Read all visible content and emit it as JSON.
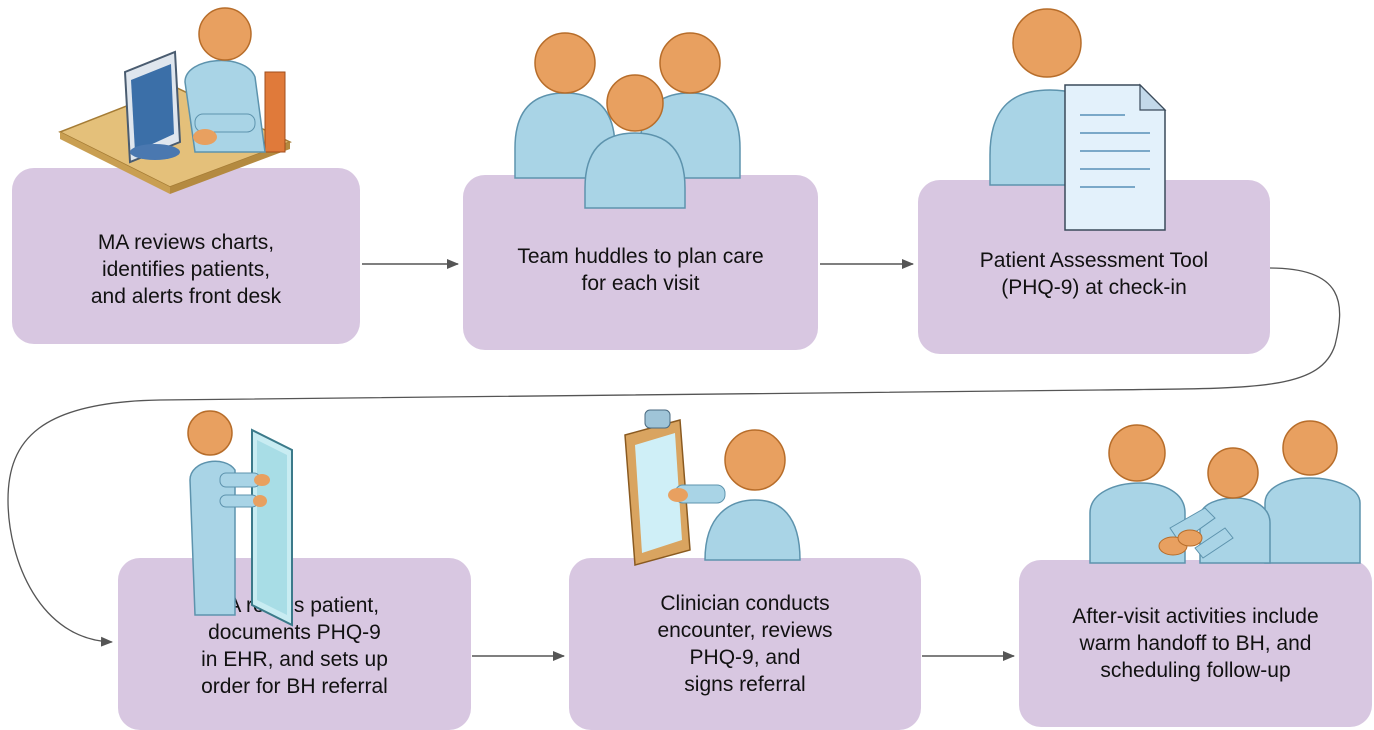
{
  "colors": {
    "box_fill": "#d8c7e1",
    "arrow": "#555555",
    "skin": "#e8a060",
    "body": "#a9d4e6"
  },
  "steps": [
    {
      "text": "MA reviews charts,\nidentifies patients,\nand alerts front desk",
      "icon": "person-at-computer-icon"
    },
    {
      "text": "Team huddles to plan care\nfor each visit",
      "icon": "team-group-icon"
    },
    {
      "text": "Patient Assessment Tool\n(PHQ-9) at check-in",
      "icon": "person-with-document-icon"
    },
    {
      "text": "MA rooms patient,\ndocuments PHQ-9\nin EHR, and sets up\norder for BH referral",
      "icon": "person-at-screen-icon"
    },
    {
      "text": "Clinician conducts\nencounter, reviews\nPHQ-9, and\nsigns referral",
      "icon": "person-with-clipboard-icon"
    },
    {
      "text": "After-visit activities include\nwarm handoff  to BH, and\nscheduling follow-up",
      "icon": "handshake-group-icon"
    }
  ]
}
